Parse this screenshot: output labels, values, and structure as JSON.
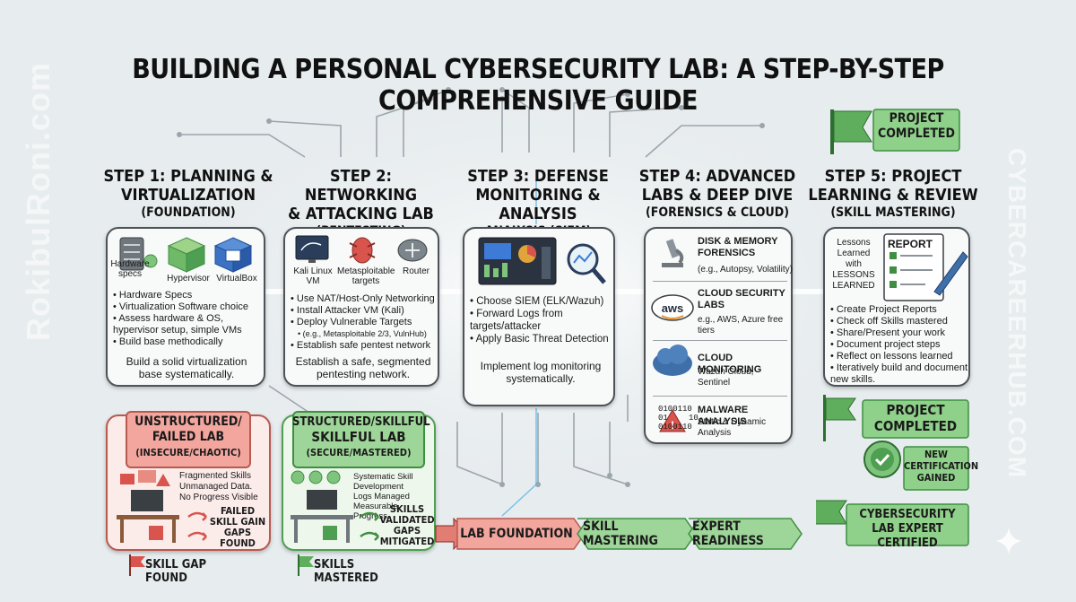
{
  "title": "BUILDING A PERSONAL CYBERSECURITY LAB: A STEP-BY-STEP COMPREHENSIVE GUIDE",
  "watermarks": {
    "left": "RokibulRoni.com",
    "right": "CYBERCAREERHUB.COM"
  },
  "colors": {
    "red": "#e27d74",
    "green": "#7fc47d",
    "dark_green": "#3f8f42",
    "red_flag": "#d9544c"
  },
  "steps": [
    {
      "heading_1": "STEP 1: PLANNING &",
      "heading_2": "VIRTUALIZATION",
      "sub": "(FOUNDATION)",
      "icons": [
        {
          "label": "Hardware specs",
          "icon": "server-icon"
        },
        {
          "label": "Hypervisor",
          "icon": "hypervisor-cube-icon"
        },
        {
          "label": "VirtualBox",
          "icon": "virtualbox-icon"
        }
      ],
      "bullets": [
        "Hardware Specs",
        "Virtualization Software choice",
        "Assess hardware & OS, hypervisor setup, simple VMs",
        "Build base methodically"
      ],
      "summary": "Build a solid virtualization base systematically."
    },
    {
      "heading_1": "STEP 2: NETWORKING",
      "heading_2": "& ATTACKING LAB",
      "sub": "(PENTESTING)",
      "icons": [
        {
          "label": "Kali Linux VM",
          "icon": "kali-monitor-icon"
        },
        {
          "label": "Metasploitable targets",
          "icon": "bug-icon"
        },
        {
          "label": "Router",
          "icon": "router-icon"
        }
      ],
      "bullets": [
        "Use NAT/Host-Only Networking",
        "Install Attacker VM (Kali)",
        "Deploy Vulnerable Targets",
        "(e.g., Metasploitable 2/3, VulnHub)",
        "Establish safe pentest network"
      ],
      "summary": "Establish a safe, segmented pentesting network."
    },
    {
      "heading_1": "STEP 3: DEFENSE",
      "heading_2": "MONITORING & ANALYSIS",
      "sub": "ANALYSIS (SIEM)",
      "icons": [
        {
          "label": "",
          "icon": "siem-dashboard-icon"
        },
        {
          "label": "",
          "icon": "magnifier-chart-icon"
        }
      ],
      "bullets": [
        "Choose SIEM (ELK/Wazuh)",
        "Forward Logs from targets/attacker",
        "Apply Basic Threat Detection"
      ],
      "summary": "Implement log monitoring systematically."
    },
    {
      "heading_1": "STEP 4: ADVANCED",
      "heading_2": "LABS & DEEP DIVE",
      "sub": "(FORENSICS & CLOUD)",
      "sections": [
        {
          "title": "DISK & MEMORY FORENSICS",
          "text": "(e.g., Autopsy, Volatility)",
          "icon": "microscope-icon"
        },
        {
          "title": "CLOUD SECURITY LABS",
          "text": "e.g., AWS, Azure free tiers",
          "icon": "aws-cloud-icon"
        },
        {
          "title": "CLOUD MONITORING",
          "text": "Wazuh Cloud, Sentinel",
          "icon": "cloud-icon"
        },
        {
          "title": "MALWARE ANALYSIS",
          "text": "Static & Dynamic Analysis",
          "icon": "binary-warning-icon",
          "binary": [
            "0100110",
            "01",
            "10",
            "0100110"
          ]
        }
      ]
    },
    {
      "heading_1": "STEP 5: PROJECT",
      "heading_2": "LEARNING & REVIEW",
      "sub": "(SKILL MASTERING)",
      "lessons": "Lessons Learned with LESSONS LEARNED",
      "report": "REPORT",
      "bullets": [
        "Create Project Reports",
        "Check off Skills mastered",
        "Share/Present your work",
        "Document project steps",
        "Reflect on lessons learned",
        "Iteratively build and document new skills."
      ]
    }
  ],
  "top_flag": "PROJECT COMPLETED",
  "right_flags": {
    "completed": "PROJECT COMPLETED",
    "certification": "NEW CERTIFICATION GAINED",
    "expert": "CYBERSECURITY LAB EXPERT CERTIFIED"
  },
  "failed_lab": {
    "title_1": "UNSTRUCTURED/",
    "title_2": "FAILED LAB",
    "sub": "(INSECURE/CHAOTIC)",
    "notes": [
      "Fragmented Skills",
      "Unmanaged Data.",
      "No Progress Visible"
    ],
    "outcomes": [
      "FAILED",
      "SKILL GAIN",
      "GAPS",
      "FOUND"
    ],
    "flag": "SKILL GAP FOUND"
  },
  "skillful_lab": {
    "title_1": "STRUCTURED/SKILLFUL",
    "title_2": "SKILLFUL LAB",
    "sub": "(SECURE/MASTERED)",
    "notes": [
      "Systematic Skill",
      "Development",
      "Logs Managed",
      "Measurable Progress"
    ],
    "outcomes": [
      "SKILLS",
      "VALIDATED",
      "GAPS",
      "MITIGATED"
    ],
    "flag": "SKILLS MASTERED"
  },
  "pathway": [
    "LAB FOUNDATION",
    "SKILL MASTERING",
    "EXPERT READINESS"
  ]
}
